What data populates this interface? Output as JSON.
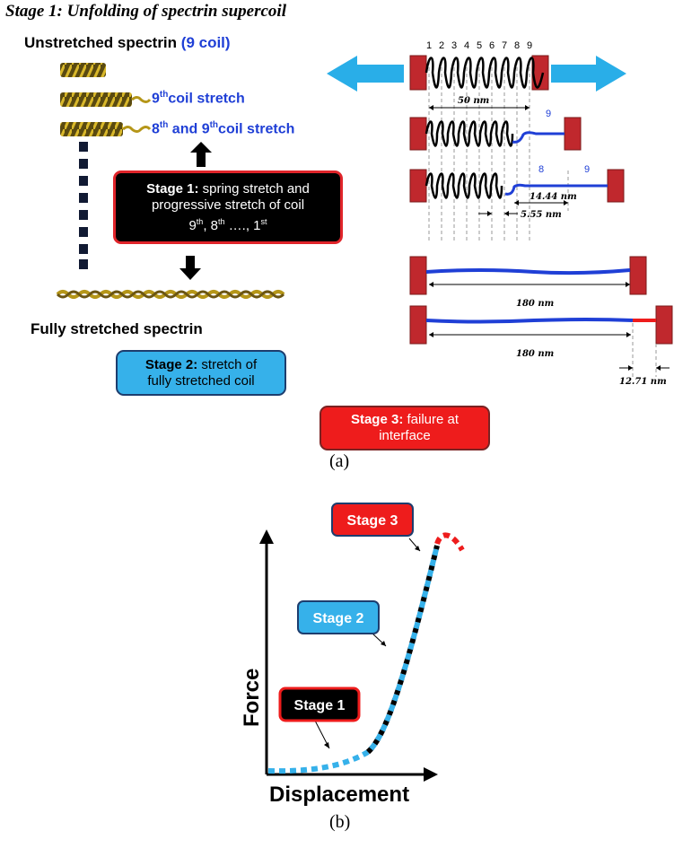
{
  "title": "Stage 1: Unfolding of spectrin supercoil",
  "panel_a": {
    "caption": "(a)",
    "unstretched_label": "Unstretched spectrin",
    "unstretched_count": "(9 coil)",
    "coil9_sup": "th",
    "coil9_pre": "9",
    "coil9_text": "coil stretch",
    "coil89_pre1": "8",
    "coil89_sup1": "th",
    "coil89_mid": " and 9",
    "coil89_sup2": "th",
    "coil89_text": "coil stretch",
    "fully_label": "Fully stretched spectrin",
    "stage1_box": {
      "title": "Stage 1:",
      "text1": " spring stretch and",
      "text2": "progressive stretch of coil",
      "n1": "9",
      "s1": "th",
      "sep": ", 8",
      "s2": "th",
      "dots": " …., 1",
      "s3": "st"
    },
    "stage2_box": {
      "title": "Stage 2:",
      "text1": " stretch of",
      "text2": "fully stretched coil"
    },
    "stage3_box": {
      "title": "Stage 3:",
      "text1": " failure at",
      "text2": "interface"
    },
    "coil_numbers": [
      "1",
      "2",
      "3",
      "4",
      "5",
      "6",
      "7",
      "8",
      "9"
    ],
    "dim_50": "50 nm",
    "row2_label": "9",
    "row3_labels": [
      "8",
      "9"
    ],
    "dim_1444": "14.44 nm",
    "dim_555": "5.55 nm",
    "dim_180a": "180 nm",
    "dim_180b": "180 nm",
    "dim_1271": "12.71 nm"
  },
  "panel_b": {
    "caption": "(b)",
    "ylabel": "Force",
    "xlabel": "Displacement",
    "stage1_label": "Stage 1",
    "stage2_label": "Stage 2",
    "stage3_label": "Stage 3",
    "colors": {
      "stage1": "#36b1ea",
      "stage2": "#000000",
      "stage3": "#ee1c1c"
    }
  },
  "colors": {
    "blue_text": "#1f3fd6",
    "arrow": "#29aee8",
    "block": "#c0282d",
    "spectrin": "#b59618"
  }
}
